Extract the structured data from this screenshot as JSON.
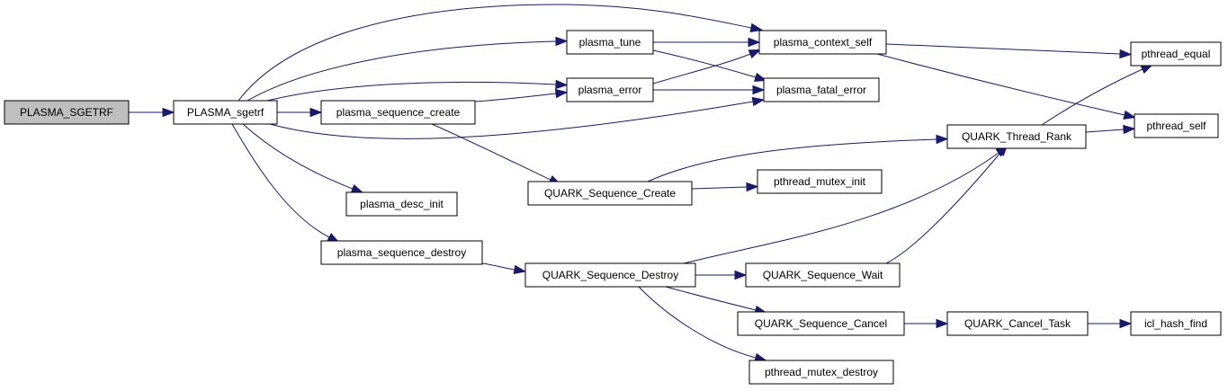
{
  "graph": {
    "title": "Call graph for PLASMA_SGETRF",
    "edge_color": "#191970",
    "root_fill": "#bfbfbf",
    "nodes": [
      {
        "id": "PLASMA_SGETRF",
        "label": "PLASMA_SGETRF",
        "root": true
      },
      {
        "id": "PLASMA_sgetrf",
        "label": "PLASMA_sgetrf"
      },
      {
        "id": "plasma_sequence_create",
        "label": "plasma_sequence_create"
      },
      {
        "id": "plasma_tune",
        "label": "plasma_tune"
      },
      {
        "id": "plasma_error",
        "label": "plasma_error"
      },
      {
        "id": "plasma_context_self",
        "label": "plasma_context_self"
      },
      {
        "id": "plasma_fatal_error",
        "label": "plasma_fatal_error"
      },
      {
        "id": "pthread_equal",
        "label": "pthread_equal"
      },
      {
        "id": "pthread_self",
        "label": "pthread_self"
      },
      {
        "id": "QUARK_Thread_Rank",
        "label": "QUARK_Thread_Rank"
      },
      {
        "id": "QUARK_Sequence_Create",
        "label": "QUARK_Sequence_Create"
      },
      {
        "id": "pthread_mutex_init",
        "label": "pthread_mutex_init"
      },
      {
        "id": "plasma_desc_init",
        "label": "plasma_desc_init"
      },
      {
        "id": "plasma_sequence_destroy",
        "label": "plasma_sequence_destroy"
      },
      {
        "id": "QUARK_Sequence_Destroy",
        "label": "QUARK_Sequence_Destroy"
      },
      {
        "id": "QUARK_Sequence_Wait",
        "label": "QUARK_Sequence_Wait"
      },
      {
        "id": "QUARK_Sequence_Cancel",
        "label": "QUARK_Sequence_Cancel"
      },
      {
        "id": "QUARK_Cancel_Task",
        "label": "QUARK_Cancel_Task"
      },
      {
        "id": "icl_hash_find",
        "label": "icl_hash_find"
      },
      {
        "id": "pthread_mutex_destroy",
        "label": "pthread_mutex_destroy"
      }
    ],
    "edges": [
      {
        "from": "PLASMA_SGETRF",
        "to": "PLASMA_sgetrf"
      },
      {
        "from": "PLASMA_sgetrf",
        "to": "plasma_context_self"
      },
      {
        "from": "PLASMA_sgetrf",
        "to": "plasma_tune"
      },
      {
        "from": "PLASMA_sgetrf",
        "to": "plasma_error"
      },
      {
        "from": "PLASMA_sgetrf",
        "to": "plasma_sequence_create"
      },
      {
        "from": "PLASMA_sgetrf",
        "to": "plasma_fatal_error"
      },
      {
        "from": "PLASMA_sgetrf",
        "to": "plasma_desc_init"
      },
      {
        "from": "PLASMA_sgetrf",
        "to": "plasma_sequence_destroy"
      },
      {
        "from": "plasma_tune",
        "to": "plasma_context_self"
      },
      {
        "from": "plasma_tune",
        "to": "plasma_fatal_error"
      },
      {
        "from": "plasma_error",
        "to": "plasma_context_self"
      },
      {
        "from": "plasma_error",
        "to": "plasma_fatal_error"
      },
      {
        "from": "plasma_sequence_create",
        "to": "plasma_error"
      },
      {
        "from": "plasma_sequence_create",
        "to": "QUARK_Sequence_Create"
      },
      {
        "from": "plasma_context_self",
        "to": "pthread_equal"
      },
      {
        "from": "plasma_context_self",
        "to": "pthread_self"
      },
      {
        "from": "QUARK_Thread_Rank",
        "to": "pthread_equal"
      },
      {
        "from": "QUARK_Thread_Rank",
        "to": "pthread_self"
      },
      {
        "from": "QUARK_Sequence_Create",
        "to": "QUARK_Thread_Rank"
      },
      {
        "from": "QUARK_Sequence_Create",
        "to": "pthread_mutex_init"
      },
      {
        "from": "plasma_sequence_destroy",
        "to": "QUARK_Sequence_Destroy"
      },
      {
        "from": "QUARK_Sequence_Destroy",
        "to": "QUARK_Thread_Rank"
      },
      {
        "from": "QUARK_Sequence_Destroy",
        "to": "QUARK_Sequence_Wait"
      },
      {
        "from": "QUARK_Sequence_Destroy",
        "to": "QUARK_Sequence_Cancel"
      },
      {
        "from": "QUARK_Sequence_Destroy",
        "to": "pthread_mutex_destroy"
      },
      {
        "from": "QUARK_Sequence_Wait",
        "to": "QUARK_Thread_Rank"
      },
      {
        "from": "QUARK_Sequence_Cancel",
        "to": "QUARK_Cancel_Task"
      },
      {
        "from": "QUARK_Cancel_Task",
        "to": "icl_hash_find"
      }
    ]
  }
}
